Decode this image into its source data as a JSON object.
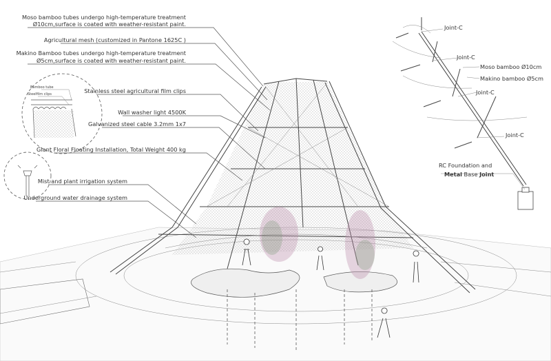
{
  "callouts": {
    "moso_line1": "Moso bamboo tubes undergo high-temperature treatment",
    "moso_line2": "Ø10cm,surface is coated with weather-resistant paint.",
    "mesh": "Agricultural mesh (customized in Pantone 1625C )",
    "makino_line1": "Makino Bamboo tubes undergo high-temperature treatment",
    "makino_line2": "Ø5cm,surface is coated with weather-resistant paint.",
    "clips": "Stainless steel agricultural film clips",
    "light": "Wall washer light  4500K",
    "cable": "Galvanized steel cable 3.2mm 1x7",
    "floral": "Giant Floral Floating Installation, Total Weight 400 kg",
    "mist": "Mist and plant irrigation system",
    "drainage": "Underground water drainage system"
  },
  "detail_bubble": {
    "bamboo_tube": "Bamboo tube",
    "steel_clips": "Steelfilm clips"
  },
  "exploded": {
    "joint1": "Joint-C",
    "joint2": "Joint-C",
    "joint3": "Joint-C",
    "joint4": "Joint-C",
    "moso": "Moso bamboo Ø10cm",
    "makino": "Makino bamboo Ø5cm",
    "foundation_line1": "RC Foundation and",
    "foundation_metal": "Metal",
    "foundation_base": " Base ",
    "foundation_joint": "Joint"
  },
  "colors": {
    "line": "#555555",
    "flower_pink": "#b98aa8",
    "flower_green": "#7f9a7a"
  }
}
